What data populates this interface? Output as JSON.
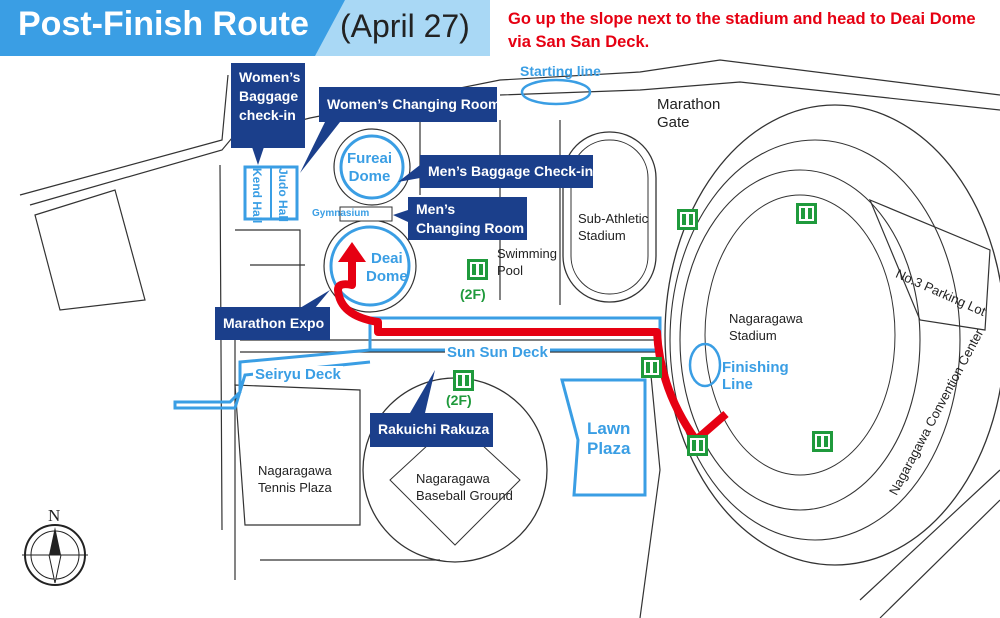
{
  "header": {
    "title": "Post-Finish Route",
    "date": "(April 27)",
    "instruction_line1": "Go up the slope next to the stadium and head to Deai Dome",
    "instruction_line2": "via San San Deck."
  },
  "callouts": {
    "womens_baggage": [
      "Women’s",
      "Baggage",
      "check-in"
    ],
    "womens_changing": "Women’s Changing Room",
    "mens_baggage": "Men’s Baggage Check-in",
    "mens_changing": [
      "Men’s",
      "Changing Room"
    ],
    "marathon_expo": "Marathon Expo",
    "rakuichi": "Rakuichi Rakuza"
  },
  "places": {
    "starting_line": "Starting line",
    "marathon_gate": [
      "Marathon",
      "Gate"
    ],
    "fureai_dome": [
      "Fureai",
      "Dome"
    ],
    "deai_dome": [
      "Deai",
      "Dome"
    ],
    "judo_hall": "Judo Hall",
    "kendo_hall": "Kend Hall",
    "gymnasium": "Gymnasium",
    "sub_athletic": [
      "Sub-Athletic",
      "Stadium"
    ],
    "swimming_pool": [
      "Swimming",
      "Pool"
    ],
    "stadium": [
      "Nagaragawa",
      "Stadium"
    ],
    "finishing_line": [
      "Finishing",
      "Line"
    ],
    "parking": "No.3 Parking Lot",
    "convention": "Nagaragawa Convention Center",
    "sun_sun_deck": "Sun Sun Deck",
    "seiryu_deck": "Seiryu Deck",
    "lawn_plaza": [
      "Lawn",
      "Plaza"
    ],
    "tennis": [
      "Nagaragawa",
      "Tennis Plaza"
    ],
    "baseball": [
      "Nagaragawa",
      "Baseball Ground"
    ],
    "floor_2f_a": "(2F)",
    "floor_2f_b": "(2F)",
    "north": "N"
  },
  "colors": {
    "header": "#3a9ee4",
    "header_light": "#a9d8f5",
    "callout": "#1b3f8b",
    "route": "#e60012",
    "blue": "#3a9ee4",
    "restroom": "#1f9a3c"
  }
}
